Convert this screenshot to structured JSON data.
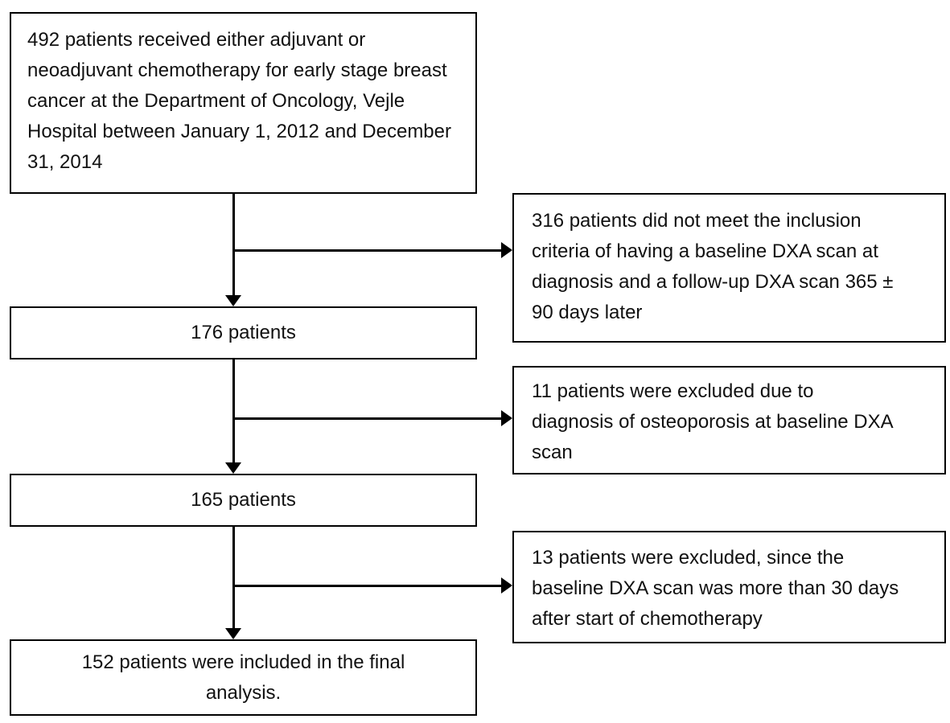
{
  "flowchart": {
    "colors": {
      "background": "#ffffff",
      "border": "#000000",
      "text": "#111111"
    },
    "main_boxes": [
      {
        "text": "492 patients received either adjuvant or neoadjuvant chemotherapy for early stage breast cancer at the Department of Oncology, Vejle Hospital between January 1, 2012 and December 31, 2014"
      },
      {
        "text": "176 patients"
      },
      {
        "text": "165 patients"
      },
      {
        "text": "152 patients were included in the final analysis."
      }
    ],
    "exclusion_boxes": [
      {
        "text": "316 patients did not meet the inclusion criteria of having a baseline DXA scan at diagnosis and a follow-up DXA scan 365 ± 90 days later"
      },
      {
        "text": "11 patients were excluded due to diagnosis of osteoporosis at baseline DXA scan"
      },
      {
        "text": "13 patients were excluded, since the baseline DXA scan was more than 30 days after start of chemotherapy"
      }
    ]
  }
}
